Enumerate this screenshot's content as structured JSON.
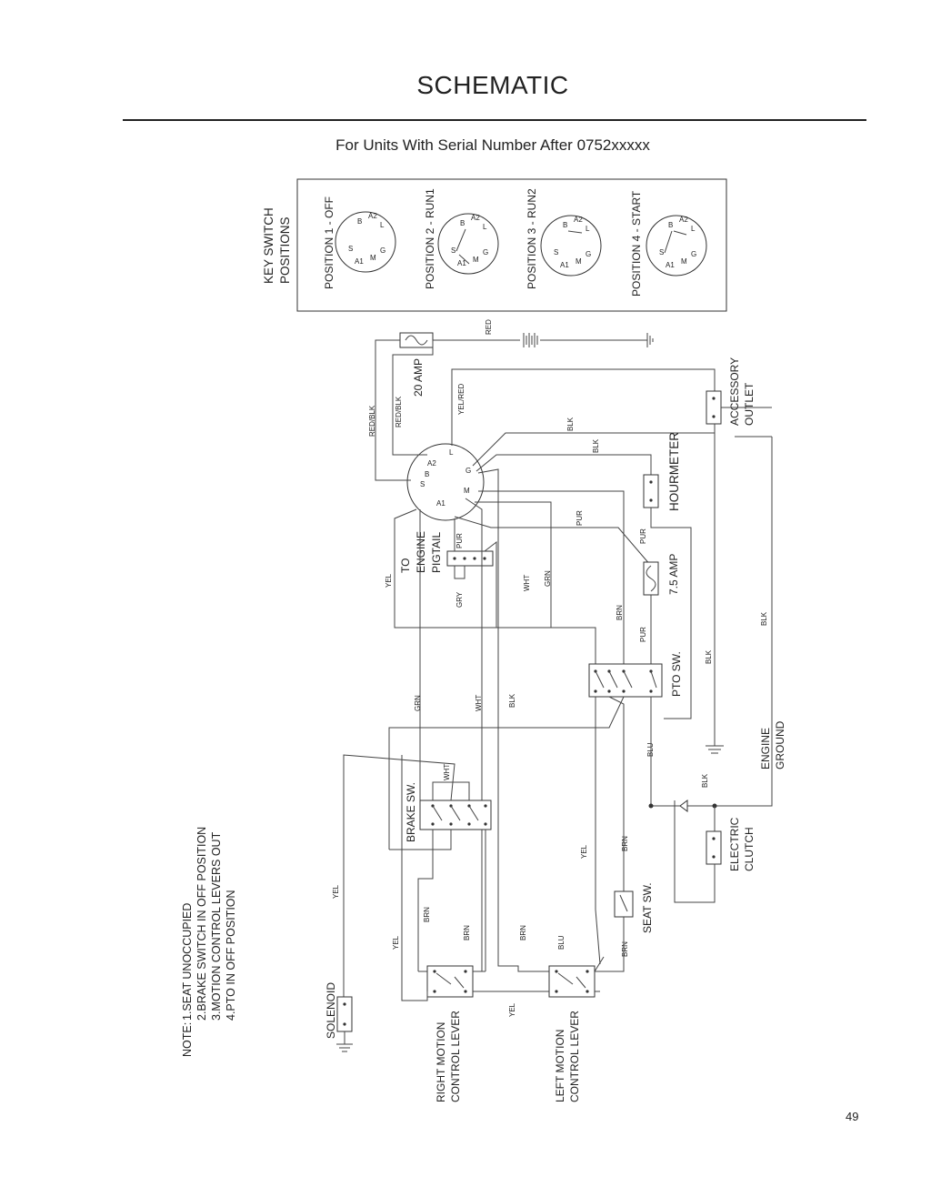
{
  "header": {
    "title": "SCHEMATIC",
    "subtitle": "For Units With Serial Number After 0752xxxxx",
    "page_number": "49"
  },
  "key_switch_positions": {
    "title_line1": "KEY SWITCH",
    "title_line2": "POSITIONS",
    "positions": [
      "POSITION 1 - OFF",
      "POSITION 2 - RUN1",
      "POSITION 3 - RUN2",
      "POSITION 4 - START"
    ],
    "terminals": [
      "S",
      "B",
      "A2",
      "L",
      "G",
      "M",
      "A1"
    ]
  },
  "components": {
    "fuse_20": "20 AMP",
    "fuse_7_5": "7.5 AMP",
    "accessory_line1": "ACCESSORY",
    "accessory_line2": "OUTLET",
    "hourmeter": "HOURMETER",
    "engine_pigtail_line1": "TO",
    "engine_pigtail_line2": "ENGINE",
    "engine_pigtail_line3": "PIGTAIL",
    "pto_switch": "PTO SW.",
    "engine_ground_line1": "ENGINE",
    "engine_ground_line2": "GROUND",
    "brake_switch": "BRAKE SW.",
    "electric_clutch_line1": "ELECTRIC",
    "electric_clutch_line2": "CLUTCH",
    "seat_switch": "SEAT SW.",
    "solenoid": "SOLENOID",
    "right_motion_line1": "RIGHT MOTION",
    "right_motion_line2": "CONTROL LEVER",
    "left_motion_line1": "LEFT MOTION",
    "left_motion_line2": "CONTROL LEVER"
  },
  "wire_colors": {
    "red": "RED",
    "red_blk": "RED/BLK",
    "yel_red": "YEL/RED",
    "blk": "BLK",
    "pur": "PUR",
    "yel": "YEL",
    "gry": "GRY",
    "wht": "WHT",
    "grn": "GRN",
    "brn": "BRN",
    "blu": "BLU"
  },
  "notes": {
    "heading": "NOTE:",
    "items": [
      "1.SEAT UNOCCUPIED",
      "2.BRAKE SWITCH IN OFF POSITION",
      "3.MOTION CONTROL LEVERS OUT",
      "4.PTO IN OFF POSITION"
    ]
  }
}
